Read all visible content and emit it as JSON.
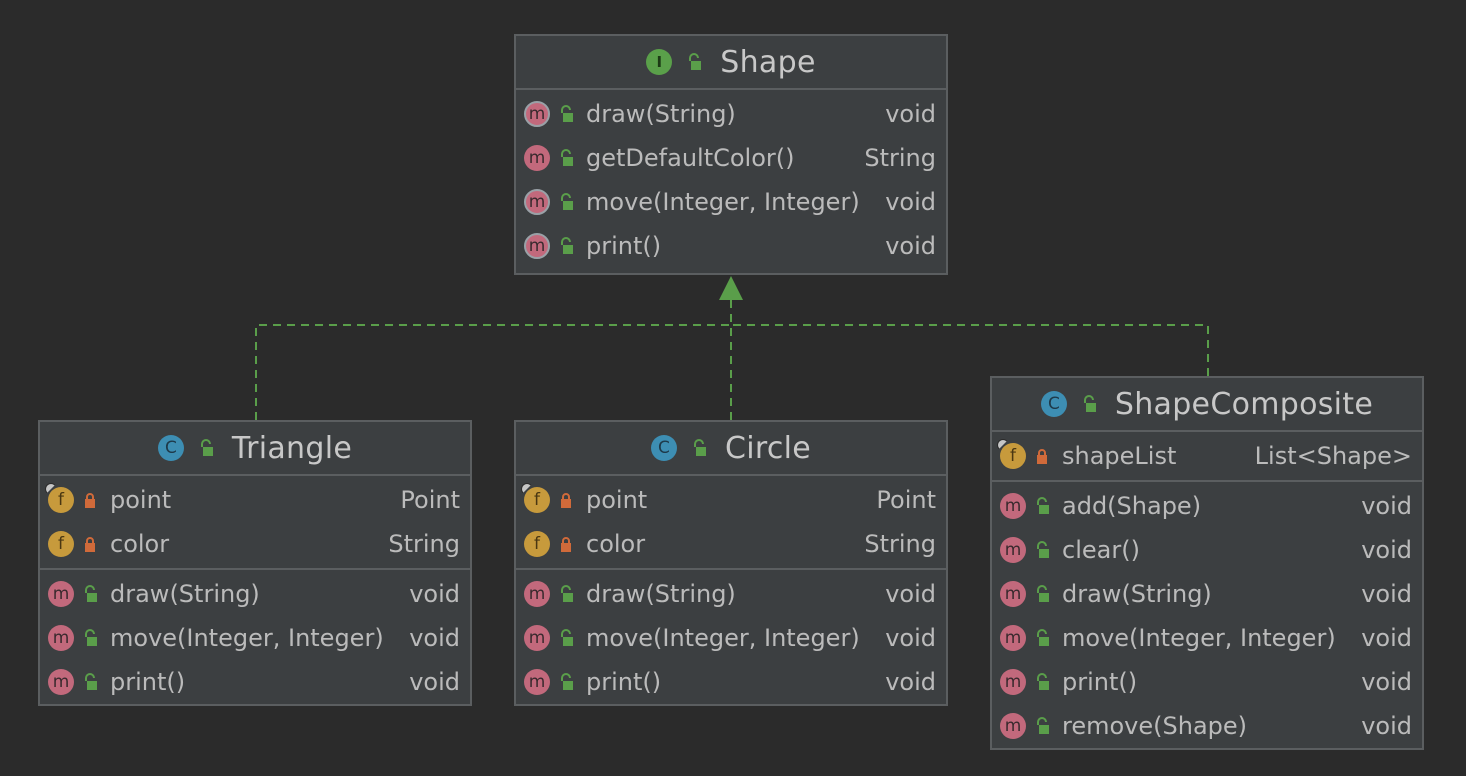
{
  "diagram": {
    "colors": {
      "background": "#2b2b2b",
      "node_bg": "#3c3f41",
      "border": "#5b5e60",
      "edge": "#5a9e4a",
      "method_icon": "#c2697c",
      "field_icon": "#c79a3c",
      "class_icon": "#3d8eb3",
      "interface_icon": "#5aa04a",
      "public_lock": "#5a9e4a",
      "private_lock": "#d06a3a"
    },
    "nodes": {
      "shape": {
        "title": "Shape",
        "kind": "interface",
        "kind_letter": "I",
        "methods": [
          {
            "name": "draw(String)",
            "type": "void",
            "icon": "abstract-method-icon",
            "letter": "m"
          },
          {
            "name": "getDefaultColor()",
            "type": "String",
            "icon": "method-icon",
            "letter": "m"
          },
          {
            "name": "move(Integer, Integer)",
            "type": "void",
            "icon": "abstract-method-icon",
            "letter": "m"
          },
          {
            "name": "print()",
            "type": "void",
            "icon": "abstract-method-icon",
            "letter": "m"
          }
        ]
      },
      "triangle": {
        "title": "Triangle",
        "kind": "class",
        "kind_letter": "C",
        "fields": [
          {
            "name": "point",
            "type": "Point",
            "icon": "final-field-icon",
            "letter": "f"
          },
          {
            "name": "color",
            "type": "String",
            "icon": "field-icon",
            "letter": "f"
          }
        ],
        "methods": [
          {
            "name": "draw(String)",
            "type": "void",
            "icon": "method-icon",
            "letter": "m"
          },
          {
            "name": "move(Integer, Integer)",
            "type": "void",
            "icon": "method-icon",
            "letter": "m"
          },
          {
            "name": "print()",
            "type": "void",
            "icon": "method-icon",
            "letter": "m"
          }
        ]
      },
      "circle": {
        "title": "Circle",
        "kind": "class",
        "kind_letter": "C",
        "fields": [
          {
            "name": "point",
            "type": "Point",
            "icon": "final-field-icon",
            "letter": "f"
          },
          {
            "name": "color",
            "type": "String",
            "icon": "field-icon",
            "letter": "f"
          }
        ],
        "methods": [
          {
            "name": "draw(String)",
            "type": "void",
            "icon": "method-icon",
            "letter": "m"
          },
          {
            "name": "move(Integer, Integer)",
            "type": "void",
            "icon": "method-icon",
            "letter": "m"
          },
          {
            "name": "print()",
            "type": "void",
            "icon": "method-icon",
            "letter": "m"
          }
        ]
      },
      "composite": {
        "title": "ShapeComposite",
        "kind": "class",
        "kind_letter": "C",
        "fields": [
          {
            "name": "shapeList",
            "type": "List<Shape>",
            "icon": "final-field-icon",
            "letter": "f"
          }
        ],
        "methods": [
          {
            "name": "add(Shape)",
            "type": "void",
            "icon": "method-icon",
            "letter": "m"
          },
          {
            "name": "clear()",
            "type": "void",
            "icon": "method-icon",
            "letter": "m"
          },
          {
            "name": "draw(String)",
            "type": "void",
            "icon": "method-icon",
            "letter": "m"
          },
          {
            "name": "move(Integer, Integer)",
            "type": "void",
            "icon": "method-icon",
            "letter": "m"
          },
          {
            "name": "print()",
            "type": "void",
            "icon": "method-icon",
            "letter": "m"
          },
          {
            "name": "remove(Shape)",
            "type": "void",
            "icon": "method-icon",
            "letter": "m"
          }
        ]
      }
    },
    "edges": [
      {
        "from": "triangle",
        "to": "shape",
        "kind": "implements"
      },
      {
        "from": "circle",
        "to": "shape",
        "kind": "implements"
      },
      {
        "from": "composite",
        "to": "shape",
        "kind": "implements"
      }
    ]
  }
}
